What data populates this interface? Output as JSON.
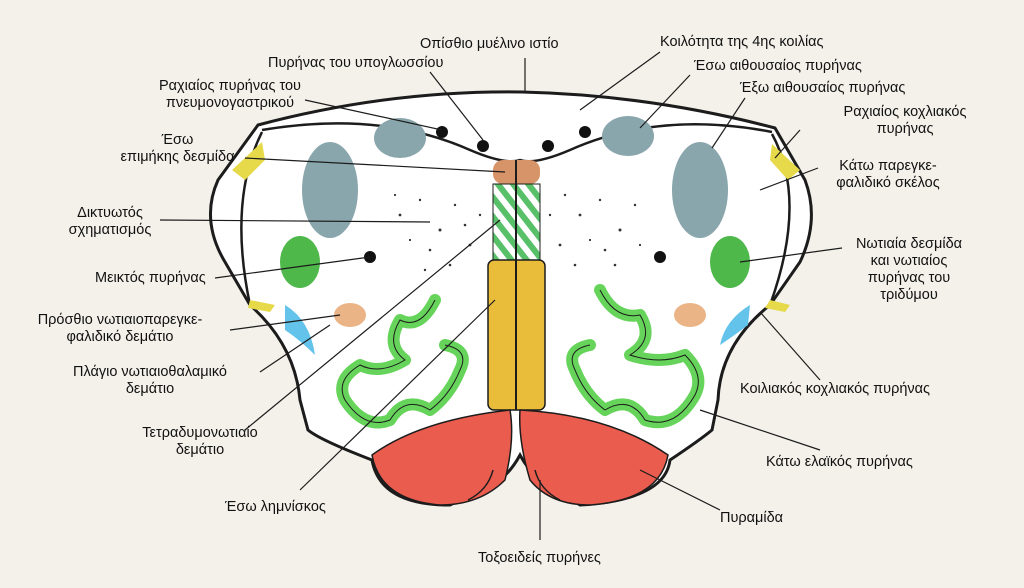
{
  "labels": {
    "posterior_medullary_velum": "Οπίσθιο μυέλινο ιστίο",
    "fourth_ventricle": "Κοιλότητα της 4ης κοιλίας",
    "hypoglossal_nucleus": "Πυρήνας του υπογλωσσίου",
    "medial_vestibular_nucleus": "Έσω αιθουσαίος πυρήνας",
    "vagus_dorsal_nucleus": [
      "Ραχιαίος πυρήνας του",
      "πνευμονογαστρικού"
    ],
    "lateral_vestibular_nucleus": "Έξω αιθουσαίος πυρήνας",
    "medial_longitudinal_fasciculus": [
      "Έσω",
      "επιμήκης δεσμίδα"
    ],
    "dorsal_cochlear_nucleus": [
      "Ραχιαίος κοχλιακός",
      "πυρήνας"
    ],
    "inferior_cerebellar_peduncle": [
      "Κάτω παρεγκε-",
      "φαλιδικό σκέλος"
    ],
    "reticular_formation": [
      "Δικτυωτός",
      "σχηματισμός"
    ],
    "spinal_trigeminal": [
      "Νωτιαία δεσμίδα",
      "και νωτιαίος",
      "πυρήνας του",
      "τριδύμου"
    ],
    "nucleus_ambiguus": "Μεικτός πυρήνας",
    "anterior_spinocerebellar": [
      "Πρόσθιο νωτιαιοπαρεγκε-",
      "φαλιδικό δεμάτιο"
    ],
    "lateral_spinothalamic": [
      "Πλάγιο νωτιαιοθαλαμικό",
      "δεμάτιο"
    ],
    "ventral_cochlear_nucleus": "Κοιλιακός κοχλιακός πυρήνας",
    "tectospinal": [
      "Τετραδυμονωτιαίο",
      "δεμάτιο"
    ],
    "inferior_olivary_nucleus": "Κάτω ελαϊκός πυρήνας",
    "medial_lemniscus": "Έσω λημνίσκος",
    "pyramid": "Πυραμίδα",
    "arcuate_nuclei": "Τοξοειδείς πυρήνες"
  },
  "colors": {
    "vestibular": "#8aa6ad",
    "hypoglossal_area": "#d79468",
    "medial_lemniscus": "#e9bc3a",
    "mlf_hatch": "#59c06a",
    "nucleus": "#4fb84a",
    "olive": "#66d45a",
    "pyramid": "#ea5c4e",
    "cochlear": "#e6d94a",
    "ventral_cochlear": "#63c3ea",
    "spinocerebellar": "#ebb487",
    "outline": "#1c1c1c"
  }
}
